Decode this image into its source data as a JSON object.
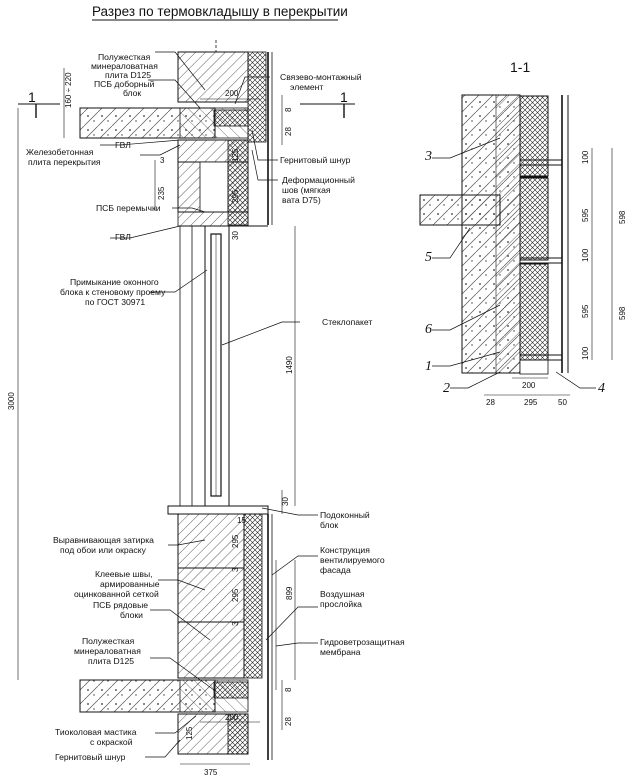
{
  "title": "Разрез по термовкладышу в перекрытии",
  "section_mark": "1",
  "section_view_title": "1-1",
  "labels": {
    "l1a": "Полужесткая",
    "l1b": "минераловатная",
    "l1c": "плита D125",
    "l2a": "ПСБ доборный",
    "l2b": "блок",
    "l3a": "Связево-монтажный",
    "l3b": "элемент",
    "l4a": "Железобетонная",
    "l4b": "плита перекрытия",
    "l5": "ГВЛ",
    "l6": "Гернитовый шнур",
    "l7a": "Деформационный",
    "l7b": "шов (мягкая",
    "l7c": "вата D75)",
    "l8": "ПСБ перемычки",
    "l9": "ГВЛ",
    "l10a": "Примыкание оконного",
    "l10b": "блока к стеновому проему",
    "l10c": "по ГОСТ 30971",
    "l11": "Стеклопакет",
    "l12a": "Подоконный",
    "l12b": "блок",
    "l13a": "Выравнивающая затирка",
    "l13b": "под обои или окраску",
    "l14a": "Конструкция",
    "l14b": "вентилируемого",
    "l14c": "фасада",
    "l15a": "Клеевые швы,",
    "l15b": "армированные",
    "l15c": "оцинкованной сеткой",
    "l16a": "Воздушная",
    "l16b": "прослойка",
    "l17a": "ПСБ рядовые",
    "l17b": "блоки",
    "l18a": "Гидроветрозащитная",
    "l18b": "мембрана",
    "l19a": "Полужесткая",
    "l19b": "минераловатная",
    "l19c": "плита D125",
    "l20a": "Тиоколовая мастика",
    "l20b": "с окраской",
    "l21": "Гернитовый шнур"
  },
  "dims_left": {
    "d160": "160 ÷ 220",
    "d3000": "3000",
    "d235": "235",
    "d3": "3",
    "d295a": "295",
    "d125a": "125",
    "d30a": "30",
    "d200a": "200",
    "d28a": "28",
    "d8a": "8",
    "d1490": "1490",
    "d30b": "30",
    "d15": "15",
    "d295b": "295",
    "d3b": "3",
    "d295c": "295",
    "d3c": "3",
    "d899": "899",
    "d8b": "8",
    "d28b": "28",
    "d125b": "125",
    "d200b": "200",
    "d375": "375"
  },
  "dims_right": {
    "d100a": "100",
    "d595a": "595",
    "d598a": "598",
    "d100b": "100",
    "d595b": "595",
    "d598b": "598",
    "d100c": "100",
    "d200": "200",
    "d28": "28",
    "d295": "295",
    "d50": "50"
  },
  "callouts": [
    "3",
    "5",
    "6",
    "1",
    "2",
    "4"
  ]
}
